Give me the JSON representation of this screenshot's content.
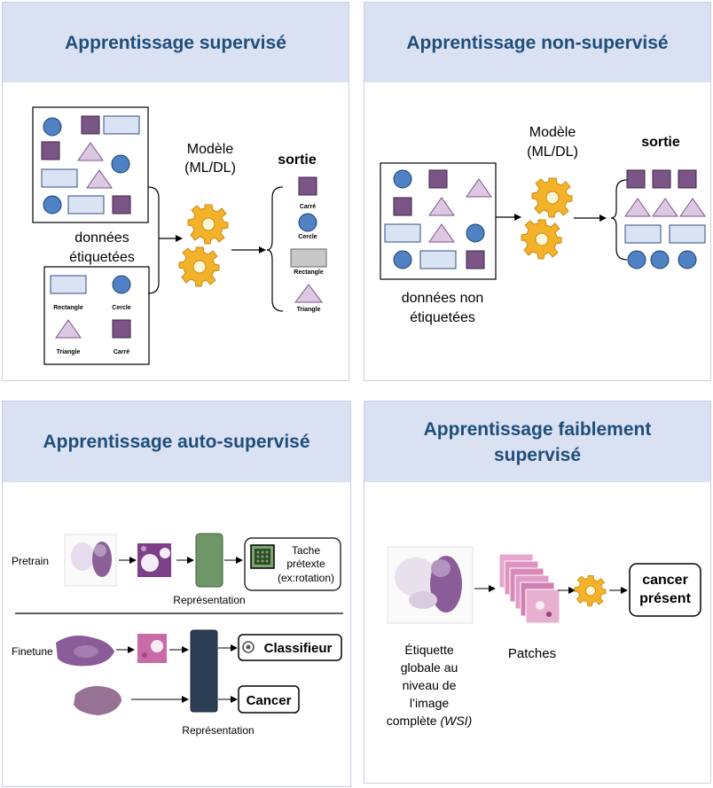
{
  "colors": {
    "header_bg": "#dae1f3",
    "title_text": "#1f4e79",
    "circle": "#4e82c3",
    "square": "#7a5585",
    "triangle": "#dcc8e2",
    "rectangle": "#dae3f3",
    "gear": "#f4b22a",
    "model_box": "#6f9667",
    "model_box_dark": "#2c3e55"
  },
  "supervised": {
    "title": "Apprentissage supervisé",
    "data_label_line1": "données",
    "data_label_line2": "étiquetées",
    "model_line1": "Modèle",
    "model_line2": "(ML/DL)",
    "output_title": "sortie",
    "legend": {
      "rectangle": "Rectangle",
      "circle": "Cercle",
      "triangle": "Triangle",
      "square": "Carré"
    },
    "outputs": [
      "Carré",
      "Cercle",
      "Rectangle",
      "Triangle"
    ]
  },
  "unsupervised": {
    "title": "Apprentissage non-supervisé",
    "data_label_line1": "données non",
    "data_label_line2": "étiquetées",
    "model_line1": "Modèle",
    "model_line2": "(ML/DL)",
    "output_title": "sortie"
  },
  "selfsupervised": {
    "title": "Apprentissage auto-supervisé",
    "pretrain_label": "Pretrain",
    "pretext_line1": "Tache",
    "pretext_line2": "prétexte",
    "pretext_line3": "(ex:rotation)",
    "representation_top": "Représentation",
    "finetune_label": "Finetune",
    "classifier_label": "Classifieur",
    "cancer_label": "Cancer",
    "representation_bottom": "Représentation"
  },
  "weakly": {
    "title_line1": "Apprentissage faiblement",
    "title_line2": "supervisé",
    "wsi_line1": "Étiquette",
    "wsi_line2": "globale au",
    "wsi_line3": "niveau de",
    "wsi_line4": "l’image",
    "wsi_line5": "complète",
    "wsi_line5_italic": "(WSI)",
    "patches_label": "Patches",
    "output_line1": "cancer",
    "output_line2": "présent"
  }
}
